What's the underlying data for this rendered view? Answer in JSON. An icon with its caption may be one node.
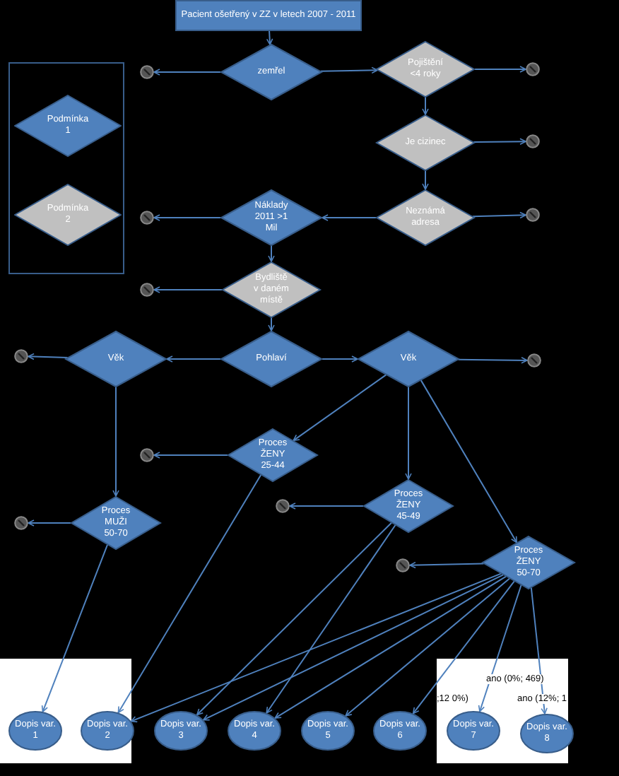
{
  "diagram": {
    "nodes": [
      {
        "text": [
          "Pacient ošetřený v ZZ v letech 2007 - 2011"
        ]
      },
      {
        "text": [
          "zemřel"
        ]
      },
      {
        "text": [],
        "shape": "circle"
      },
      {
        "text": [
          "Pojištění <4 roky"
        ]
      },
      {
        "text": [],
        "shape": "circle"
      },
      {
        "text": [
          "Je cizinec"
        ]
      },
      {
        "text": [],
        "shape": "circle"
      },
      {
        "text": [
          "Neznámá adresa"
        ]
      },
      {
        "text": [],
        "shape": "circle"
      },
      {
        "text": [
          "Náklady 2011 >1 Mil"
        ]
      },
      {
        "text": [],
        "shape": "circle"
      },
      {
        "text": [
          "Bydliště v daném místě"
        ]
      },
      {
        "text": [],
        "shape": "circle"
      },
      {
        "text": [
          "Pohlaví"
        ]
      },
      {
        "text": [
          "Věk"
        ]
      },
      {
        "text": [],
        "shape": "circle"
      },
      {
        "text": [
          "Věk"
        ]
      },
      {
        "text": [],
        "shape": "circle"
      },
      {
        "text": [
          "Proces ŽENY 25-44"
        ]
      },
      {
        "text": [],
        "shape": "circle"
      },
      {
        "text": [
          "Proces ŽENY 45-49"
        ]
      },
      {
        "text": [],
        "shape": "circle"
      },
      {
        "text": [
          "Proces MUŽI 50-70"
        ]
      },
      {
        "text": [],
        "shape": "circle"
      },
      {
        "text": [
          "Proces ŽENY 50-70"
        ]
      },
      {
        "text": [],
        "shape": "circle"
      },
      {
        "text": [
          "Dopis var. 1"
        ]
      },
      {
        "text": [
          "Dopis var. 2"
        ]
      },
      {
        "text": [
          "Dopis var. 3"
        ]
      },
      {
        "text": [
          "Dopis var. 4"
        ]
      },
      {
        "text": [
          "Dopis var. 5"
        ]
      },
      {
        "text": [
          "Dopis var. 6"
        ]
      },
      {
        "text": [
          "Dopis var. 7"
        ]
      },
      {
        "text": [
          "Dopis var. 8"
        ]
      }
    ],
    "edges": [
      {
        "from": 0,
        "to": 1,
        "arrow": "to"
      },
      {
        "from": 1,
        "to": 2,
        "arrow": "to"
      },
      {
        "from": 1,
        "to": 3,
        "arrow": "to"
      },
      {
        "from": 3,
        "to": 4,
        "arrow": "to"
      },
      {
        "from": 3,
        "to": 5,
        "arrow": "to"
      },
      {
        "from": 5,
        "to": 6,
        "arrow": "to"
      },
      {
        "from": 5,
        "to": 7,
        "arrow": "to"
      },
      {
        "from": 7,
        "to": 8,
        "arrow": "to"
      },
      {
        "from": 7,
        "to": 9,
        "arrow": "to"
      },
      {
        "from": 9,
        "to": 10,
        "arrow": "to"
      },
      {
        "from": 9,
        "to": 11,
        "arrow": "to"
      },
      {
        "from": 11,
        "to": 12,
        "arrow": "to"
      },
      {
        "from": 11,
        "to": 13,
        "arrow": "to"
      },
      {
        "from": 13,
        "to": 14,
        "arrow": "to"
      },
      {
        "from": 13,
        "to": 16,
        "arrow": "to"
      },
      {
        "from": 14,
        "to": 15,
        "arrow": "to"
      },
      {
        "from": 14,
        "to": 22,
        "arrow": "to"
      },
      {
        "from": 16,
        "to": 17,
        "arrow": "to"
      },
      {
        "from": 16,
        "to": 18,
        "arrow": "to"
      },
      {
        "from": 16,
        "to": 20,
        "arrow": "to"
      },
      {
        "from": 16,
        "to": 24,
        "arrow": "to"
      },
      {
        "from": 18,
        "to": 19,
        "arrow": "to"
      },
      {
        "from": 18,
        "to": 27,
        "arrow": "to"
      },
      {
        "from": 20,
        "to": 21,
        "arrow": "to"
      },
      {
        "from": 20,
        "to": 28,
        "arrow": "to"
      },
      {
        "from": 20,
        "to": 29,
        "arrow": "to"
      },
      {
        "from": 22,
        "to": 23,
        "arrow": "to"
      },
      {
        "from": 22,
        "to": 26,
        "arrow": "to"
      },
      {
        "from": 24,
        "to": 25,
        "arrow": "to"
      },
      {
        "from": 24,
        "to": 27,
        "arrow": "to"
      },
      {
        "from": 24,
        "to": 28,
        "arrow": "to"
      },
      {
        "from": 24,
        "to": 29,
        "arrow": "to"
      },
      {
        "from": 24,
        "to": 30,
        "arrow": "to"
      },
      {
        "from": 24,
        "to": 31,
        "arrow": "to"
      },
      {
        "from": 24,
        "to": 32,
        "arrow": "to"
      },
      {
        "from": 24,
        "to": 33,
        "arrow": "to"
      }
    ],
    "labels": [
      "ano (0%; 469)",
      "ano (12%; 1",
      ";12 0%)"
    ],
    "legend": [
      {
        "text": "Podmínka 1",
        "color": "#4f81bd"
      },
      {
        "text": "Podmínka 2",
        "color": "#c0c0c0"
      }
    ]
  }
}
